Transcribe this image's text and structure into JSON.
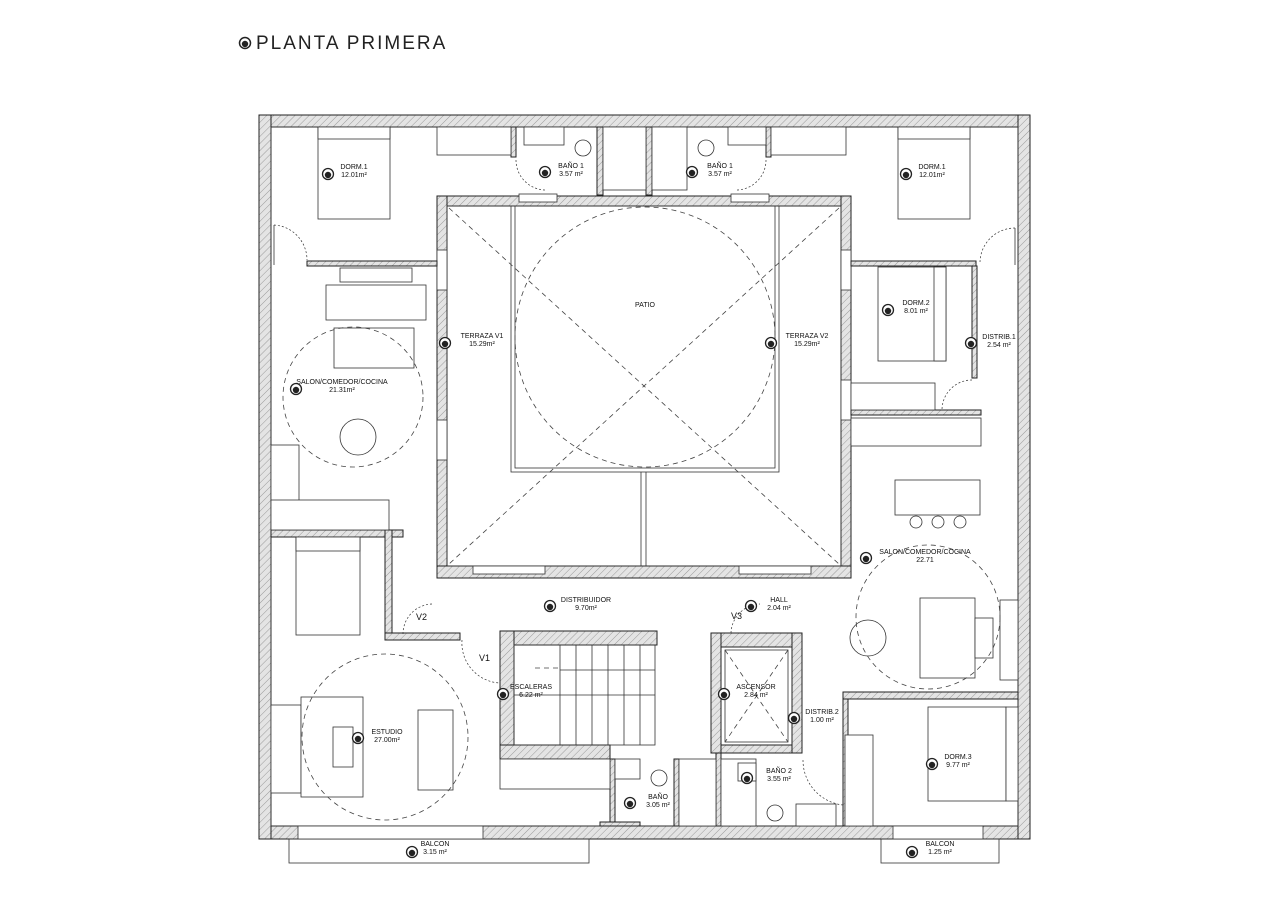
{
  "title": "PLANTA PRIMERA",
  "rooms": [
    {
      "id": "dorm1-left",
      "name": "DORM.1",
      "area": "12.01m²"
    },
    {
      "id": "bano1-left",
      "name": "BAÑO 1",
      "area": "3.57 m²"
    },
    {
      "id": "bano1-right",
      "name": "BAÑO 1",
      "area": "3.57 m²"
    },
    {
      "id": "dorm1-right",
      "name": "DORM.1",
      "area": "12.01m²"
    },
    {
      "id": "patio",
      "name": "PATIO",
      "area": ""
    },
    {
      "id": "terraza-v1",
      "name": "TERRAZA V1",
      "area": "15.29m²"
    },
    {
      "id": "terraza-v2",
      "name": "TERRAZA V2",
      "area": "15.29m²"
    },
    {
      "id": "dorm2",
      "name": "DORM.2",
      "area": "8.01 m²"
    },
    {
      "id": "distrib1",
      "name": "DISTRIB.1",
      "area": "2.54 m²"
    },
    {
      "id": "salon-left",
      "name": "SALON/COMEDOR/COCINA",
      "area": "21.31m²"
    },
    {
      "id": "salon-right",
      "name": "SALON/COMEDOR/COCINA",
      "area": "22.71"
    },
    {
      "id": "distribuidor",
      "name": "DISTRIBUIDOR",
      "area": "9.70m²"
    },
    {
      "id": "hall",
      "name": "HALL",
      "area": "2.04 m²"
    },
    {
      "id": "escaleras",
      "name": "ESCALERAS",
      "area": "6.22 m²"
    },
    {
      "id": "ascensor",
      "name": "ASCENSOR",
      "area": "2.84 m²"
    },
    {
      "id": "distrib2",
      "name": "DISTRIB.2",
      "area": "1.00 m²"
    },
    {
      "id": "estudio",
      "name": "ESTUDIO",
      "area": "27.00m²"
    },
    {
      "id": "bano",
      "name": "BAÑO",
      "area": "3.05 m²"
    },
    {
      "id": "bano2",
      "name": "BAÑO 2",
      "area": "3.55 m²"
    },
    {
      "id": "dorm3",
      "name": "DORM.3",
      "area": "9.77 m²"
    },
    {
      "id": "balcon-left",
      "name": "BALCON",
      "area": "3.15 m²"
    },
    {
      "id": "balcon-right",
      "name": "BALCON",
      "area": "1.25 m²"
    }
  ],
  "door_tags": {
    "v1": "V1",
    "v2": "V2",
    "v3": "V3"
  }
}
